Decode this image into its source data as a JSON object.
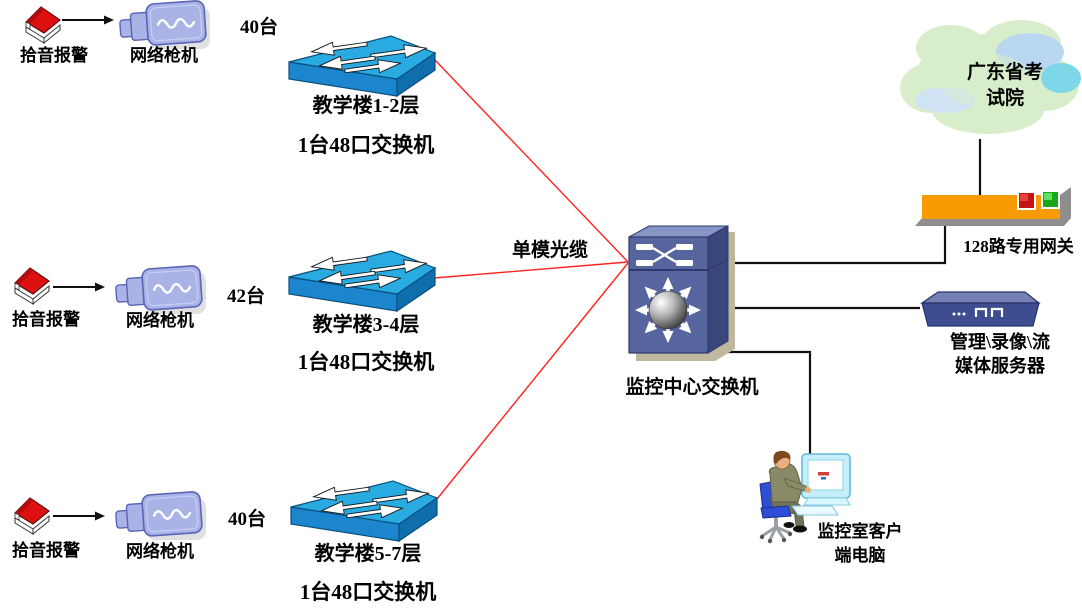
{
  "rows": [
    {
      "alarm": "拾音报警",
      "camera": "网络枪机",
      "count": "40台",
      "switch_name": "教学楼1-2层",
      "switch_spec": "1台48口交换机"
    },
    {
      "alarm": "拾音报警",
      "camera": "网络枪机",
      "count": "42台",
      "switch_name": "教学楼3-4层",
      "switch_spec": "1台48口交换机"
    },
    {
      "alarm": "拾音报警",
      "camera": "网络枪机",
      "count": "40台",
      "switch_name": "教学楼5-7层",
      "switch_spec": "1台48口交换机"
    }
  ],
  "links": {
    "fiber_label": "单模光缆"
  },
  "core_switch": {
    "label": "监控中心交换机"
  },
  "cloud": {
    "line1": "广东省考",
    "line2": "试院"
  },
  "gateway": {
    "label": "128路专用网关"
  },
  "server": {
    "label_line1": "管理\\录像\\流",
    "label_line2": "媒体服务器"
  },
  "client": {
    "label_line1": "监控室客户",
    "label_line2": "端电脑"
  },
  "colors": {
    "edge_switch_blue": "#29ABE2",
    "core_switch_purple": "#56659E",
    "gateway_orange": "#F79B00",
    "fiber_red": "#FF2222",
    "cable_black": "#111111",
    "cloud_green": "#D8EECA",
    "camera_lavender": "#A9B3E6",
    "alarm_red": "#DD1111",
    "server_navy": "#3D4D8F"
  }
}
